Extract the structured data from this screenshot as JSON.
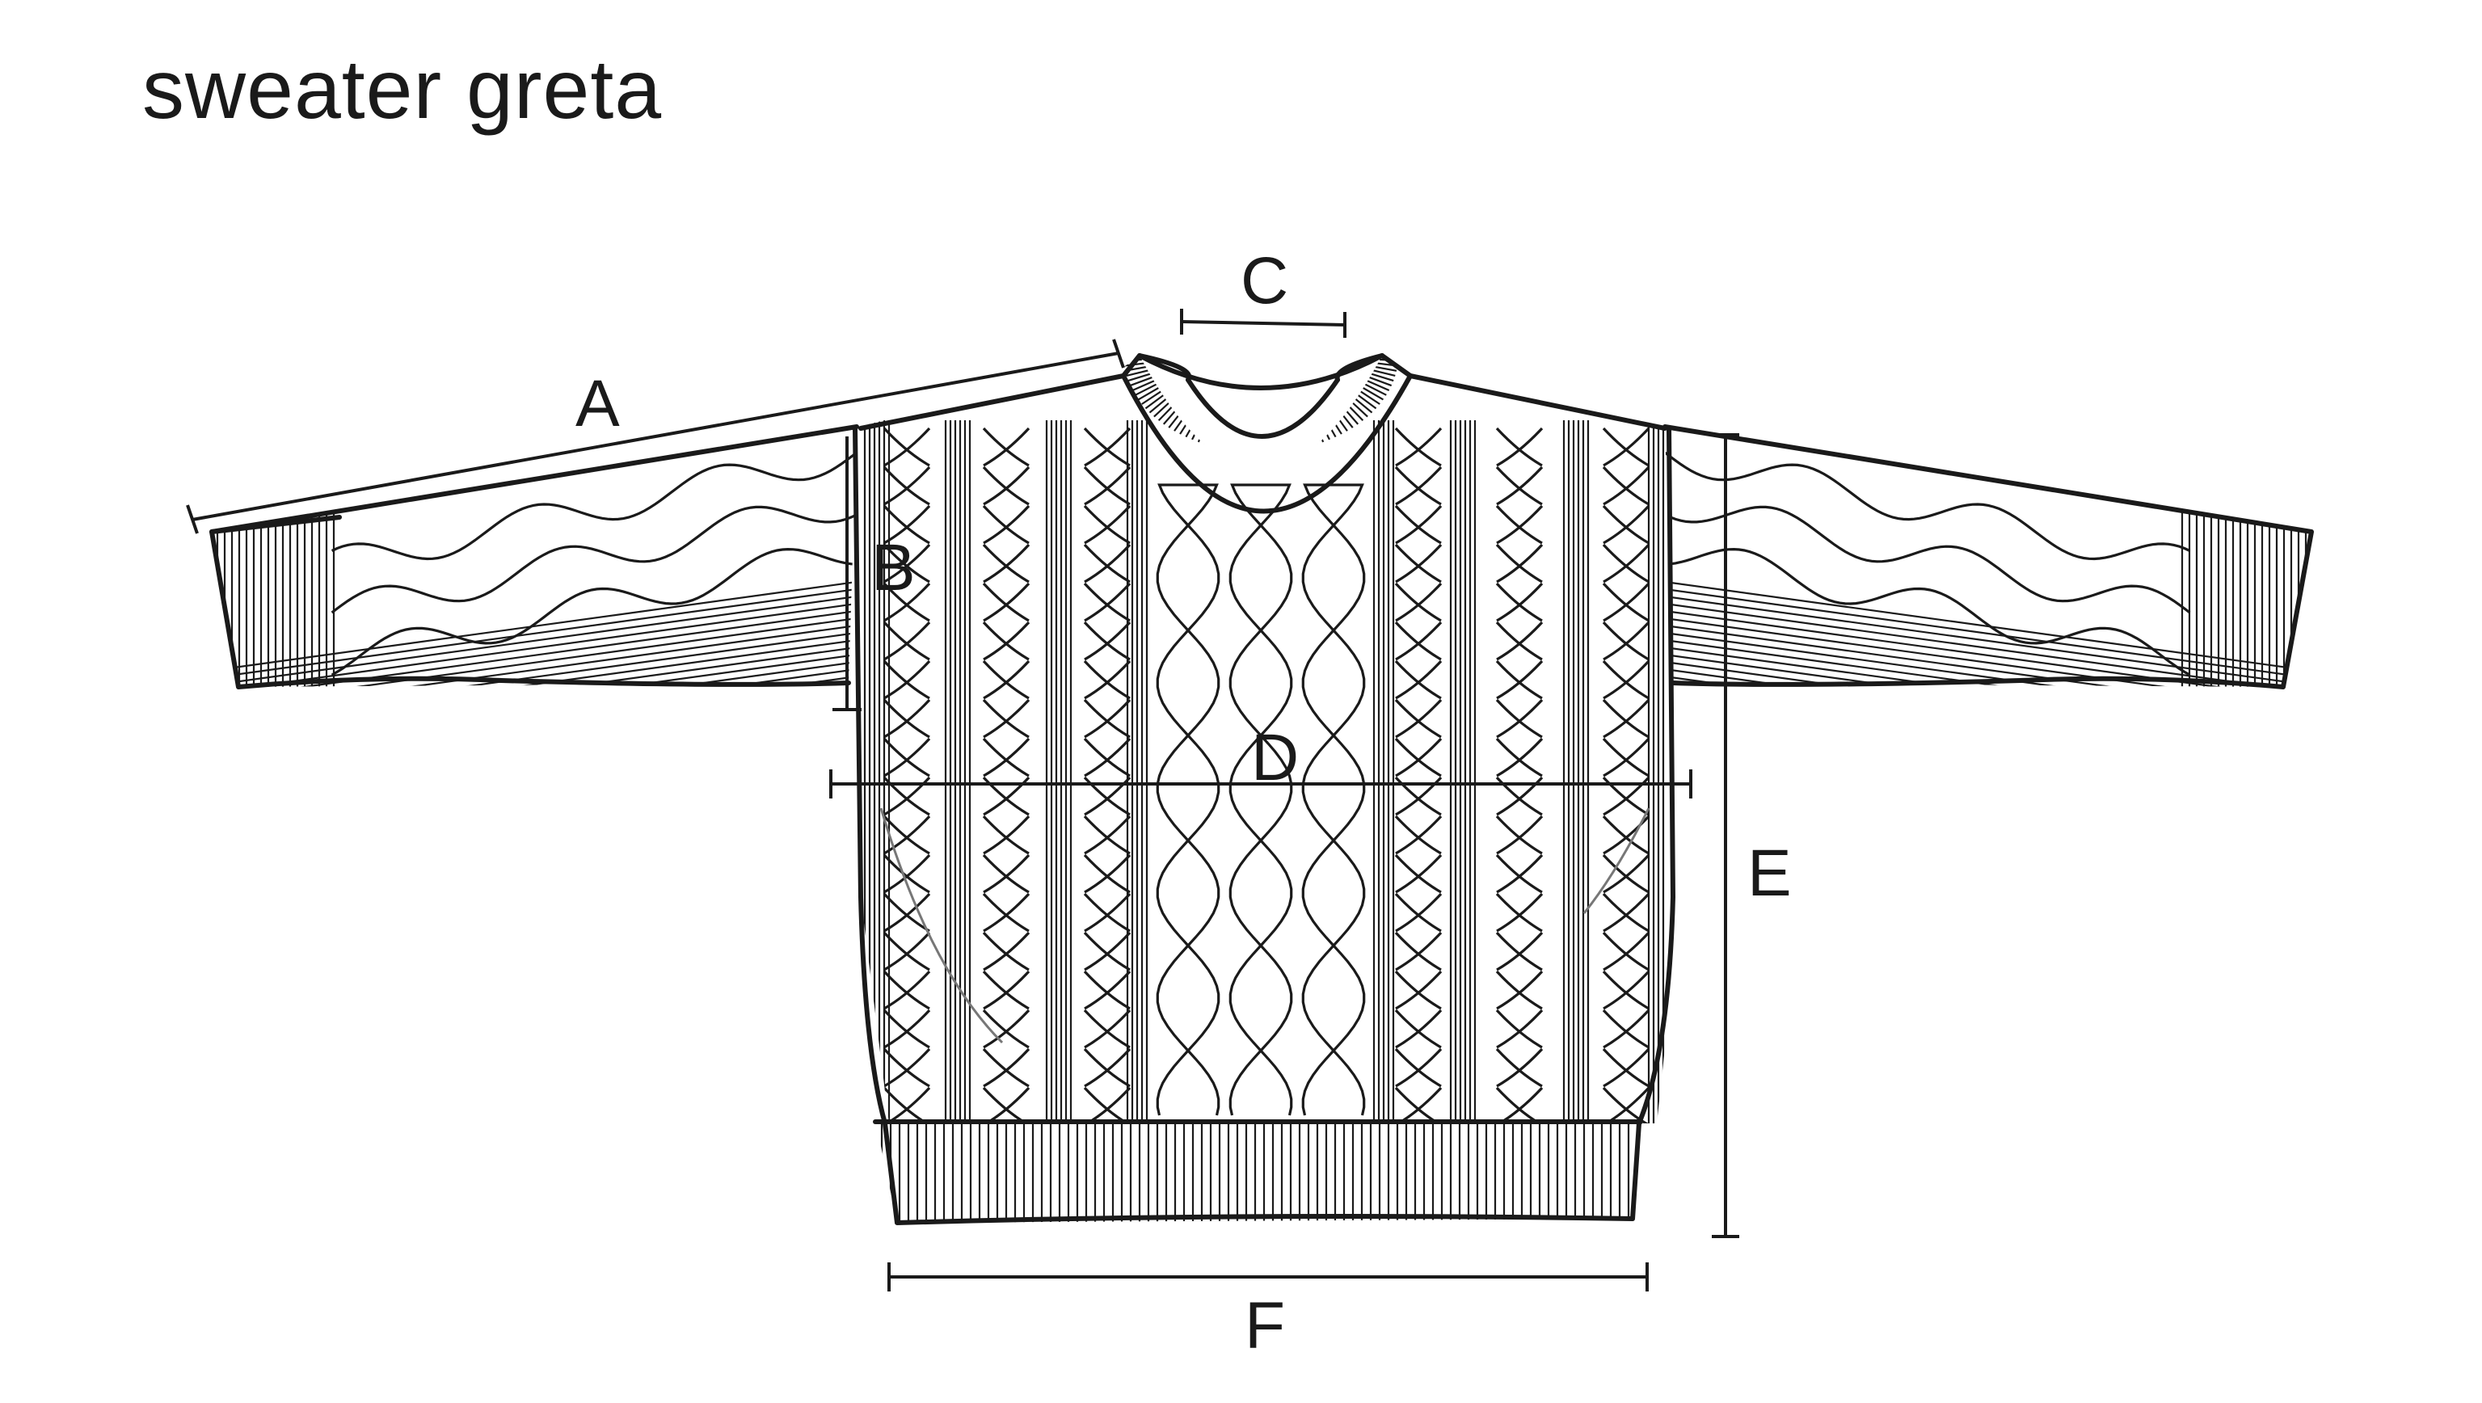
{
  "title": "sweater greta",
  "measurements": {
    "A": "A",
    "B": "B",
    "C": "C",
    "D": "D",
    "E": "E",
    "F": "F"
  },
  "colors": {
    "line": "#1a1a1a",
    "background": "#ffffff"
  },
  "icons": [
    "sweater-diagram"
  ]
}
